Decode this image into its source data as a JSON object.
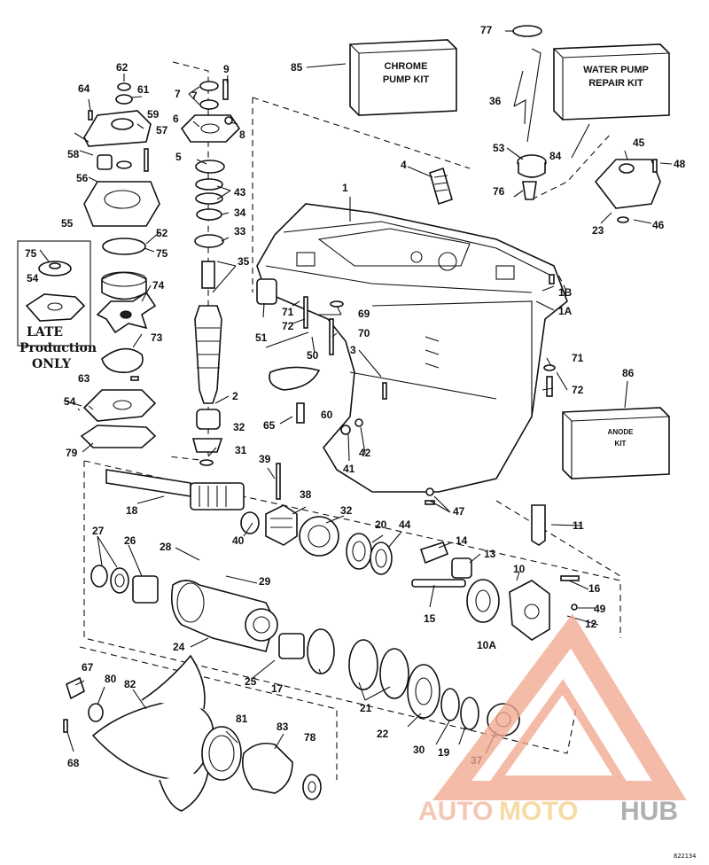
{
  "kit_boxes": [
    {
      "lines": [
        "CHROME",
        "PUMP KIT"
      ],
      "ref": "85"
    },
    {
      "lines": [
        "WATER PUMP",
        "REPAIR KIT"
      ],
      "ref": "84"
    },
    {
      "lines": [
        "ANODE",
        "KIT"
      ],
      "ref": "86"
    }
  ],
  "handwritten_note": [
    "LATE",
    "Production",
    "ONLY"
  ],
  "part_labels": [
    "1",
    "1A",
    "1B",
    "2",
    "3",
    "4",
    "5",
    "6",
    "7",
    "7",
    "8",
    "9",
    "10",
    "10A",
    "11",
    "12",
    "13",
    "14",
    "15",
    "16",
    "17",
    "18",
    "19",
    "20",
    "21",
    "22",
    "23",
    "24",
    "25",
    "26",
    "27",
    "28",
    "29",
    "30",
    "31",
    "32",
    "32",
    "33",
    "34",
    "35",
    "36",
    "37",
    "38",
    "39",
    "40",
    "41",
    "42",
    "43",
    "44",
    "45",
    "46",
    "47",
    "48",
    "49",
    "50",
    "51",
    "52",
    "53",
    "54",
    "54",
    "55",
    "56",
    "57",
    "58",
    "59",
    "60",
    "61",
    "62",
    "63",
    "64",
    "65",
    "67",
    "68",
    "69",
    "70",
    "71",
    "71",
    "72",
    "72",
    "73",
    "74",
    "75",
    "75",
    "76",
    "77",
    "78",
    "79",
    "80",
    "81",
    "82",
    "83"
  ],
  "diagram_code": "822134",
  "watermark": {
    "part1": "AUTO",
    "part2": "MOTO",
    "part3": "HUB",
    "color1": "#f2b8a0",
    "color2": "#f4d28c",
    "color3": "#9a9a9a"
  }
}
